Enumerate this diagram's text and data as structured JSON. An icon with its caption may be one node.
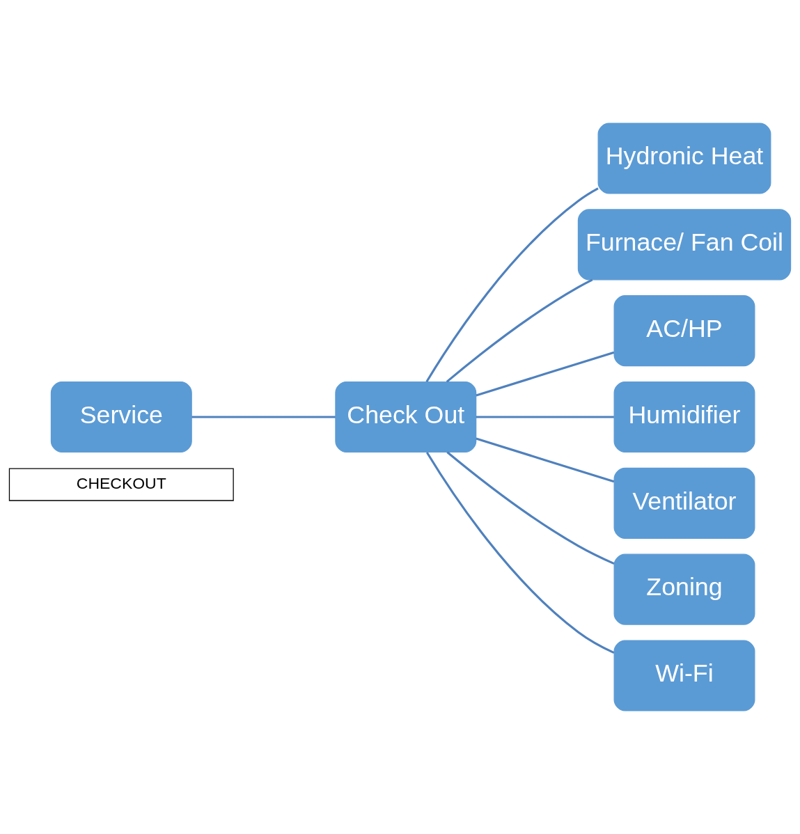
{
  "diagram": {
    "nodes": [
      {
        "text": [
          "Service"
        ]
      },
      {
        "text": [
          "Check Out"
        ]
      },
      {
        "text": [
          "Hydronic Heat"
        ]
      },
      {
        "text": [
          "Furnace/ Fan Coil"
        ]
      },
      {
        "text": [
          "AC/HP"
        ]
      },
      {
        "text": [
          "Humidifier"
        ]
      },
      {
        "text": [
          "Ventilator"
        ]
      },
      {
        "text": [
          "Zoning"
        ]
      },
      {
        "text": [
          "Wi-Fi"
        ]
      },
      {
        "text": [
          "CHECKOUT"
        ]
      }
    ],
    "edges": [
      {
        "from": 0,
        "to": 1,
        "arrow": "none"
      },
      {
        "from": 1,
        "to": 2,
        "arrow": "none"
      },
      {
        "from": 1,
        "to": 3,
        "arrow": "none"
      },
      {
        "from": 1,
        "to": 4,
        "arrow": "none"
      },
      {
        "from": 1,
        "to": 5,
        "arrow": "none"
      },
      {
        "from": 1,
        "to": 6,
        "arrow": "none"
      },
      {
        "from": 1,
        "to": 7,
        "arrow": "none"
      },
      {
        "from": 1,
        "to": 8,
        "arrow": "none"
      }
    ]
  }
}
